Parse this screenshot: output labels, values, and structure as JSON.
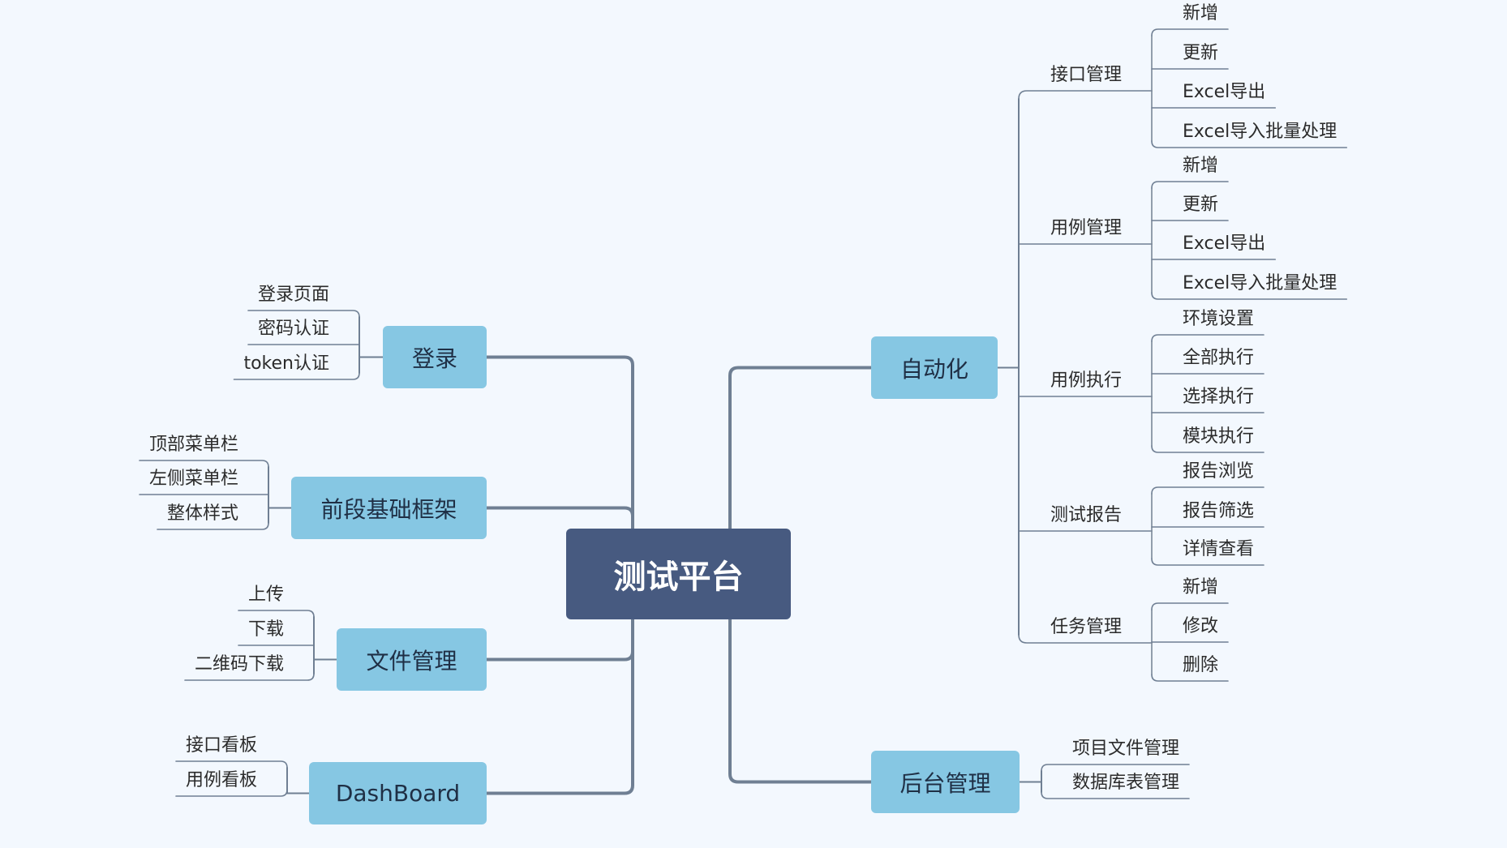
{
  "root": "测试平台",
  "left": [
    {
      "label": "登录",
      "children": [
        "登录页面",
        "密码认证",
        "token认证"
      ]
    },
    {
      "label": "前段基础框架",
      "children": [
        "顶部菜单栏",
        "左侧菜单栏",
        "整体样式"
      ]
    },
    {
      "label": "文件管理",
      "children": [
        "上传",
        "下载",
        "二维码下载"
      ]
    },
    {
      "label": "DashBoard",
      "children": [
        "接口看板",
        "用例看板"
      ]
    }
  ],
  "right": [
    {
      "label": "自动化",
      "children": [
        {
          "label": "接口管理",
          "children": [
            "新增",
            "更新",
            "Excel导出",
            "Excel导入批量处理"
          ]
        },
        {
          "label": "用例管理",
          "children": [
            "新增",
            "更新",
            "Excel导出",
            "Excel导入批量处理"
          ]
        },
        {
          "label": "用例执行",
          "children": [
            "环境设置",
            "全部执行",
            "选择执行",
            "模块执行"
          ]
        },
        {
          "label": "测试报告",
          "children": [
            "报告浏览",
            "报告筛选",
            "详情查看"
          ]
        },
        {
          "label": "任务管理",
          "children": [
            "新增",
            "修改",
            "删除"
          ]
        }
      ]
    },
    {
      "label": "后台管理",
      "children": [
        "项目文件管理",
        "数据库表管理"
      ]
    }
  ],
  "colors": {
    "root": "#475a80",
    "main": "#86c7e3",
    "line": "#6f7f93",
    "background": "#f3f8fe"
  }
}
